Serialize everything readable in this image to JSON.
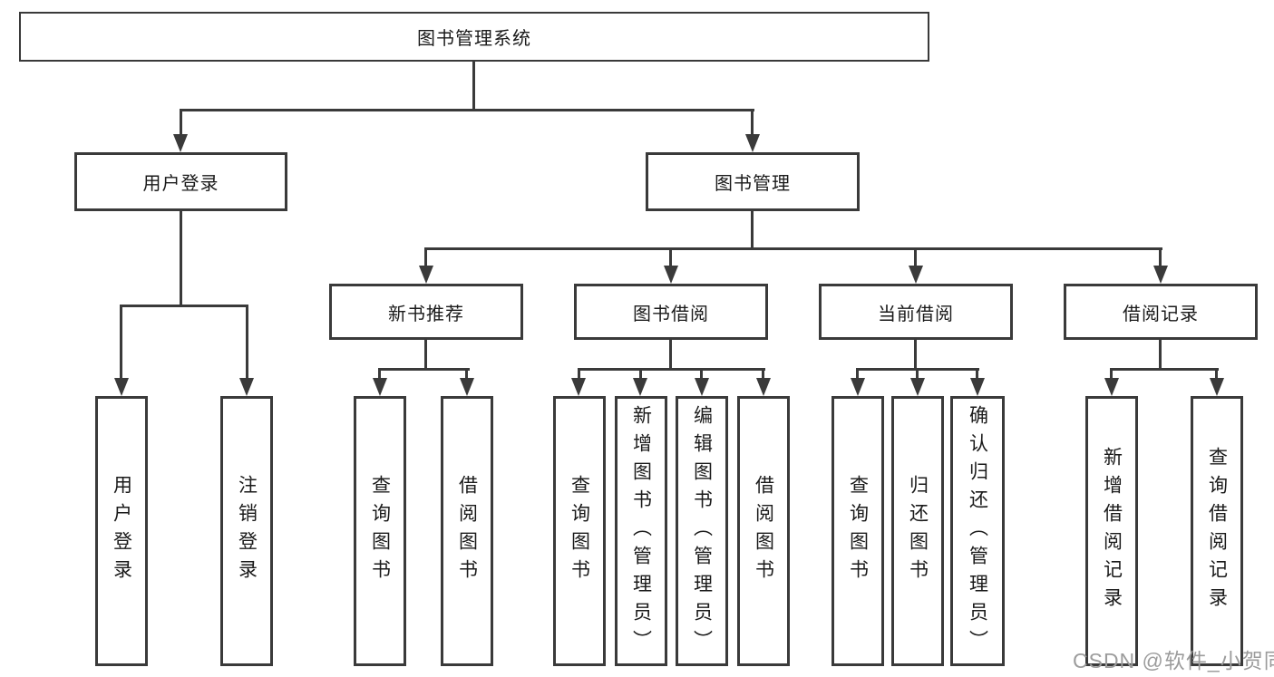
{
  "diagram": {
    "title": "图书管理系统",
    "root": {
      "label": "图书管理系统"
    },
    "level2": [
      {
        "label": "用户登录"
      },
      {
        "label": "图书管理"
      }
    ],
    "level3": [
      {
        "label": "新书推荐"
      },
      {
        "label": "图书借阅"
      },
      {
        "label": "当前借阅"
      },
      {
        "label": "借阅记录"
      }
    ],
    "leaves": {
      "login": [
        "用户登录",
        "注销登录"
      ],
      "recommend": [
        "查询图书",
        "借阅图书"
      ],
      "borrow": [
        "查询图书",
        "新增图书（管理员）",
        "编辑图书（管理员）",
        "借阅图书"
      ],
      "current": [
        "查询图书",
        "归还图书",
        "确认归还（管理员）"
      ],
      "records": [
        "新增借阅记录",
        "查询借阅记录"
      ]
    }
  },
  "watermark": "CSDN @软件_小贺同学",
  "colors": {
    "line": "#3a3a3a",
    "text": "#1a1a1a",
    "watermark": "#9c9c9c",
    "background": "#ffffff"
  }
}
